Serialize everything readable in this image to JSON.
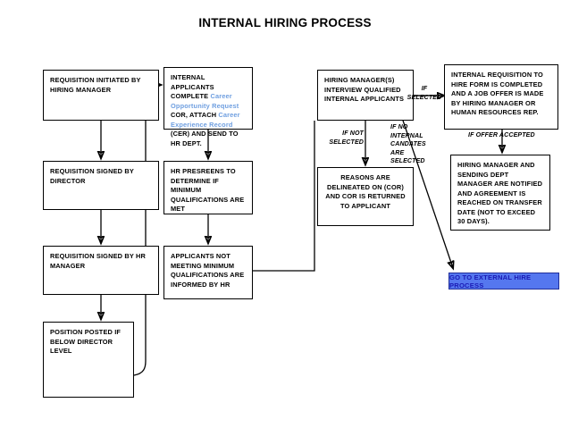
{
  "title": "INTERNAL HIRING PROCESS",
  "colors": {
    "box_border": "#000000",
    "box_fill": "#ffffff",
    "link_text": "#6f9fe0",
    "button_fill": "#5577ef",
    "button_text": "#1b1bb5",
    "button_border": "#22309a"
  },
  "boxes": {
    "requisition_initiated": "REQUISITION INITIATED BY HIRING MANAGER",
    "requisition_signed_director": "REQUISITION SIGNED BY DIRECTOR",
    "requisition_signed_hr": "REQUISITION SIGNED BY HR MANAGER",
    "position_posted": "POSITION POSTED IF BELOW DIRECTOR LEVEL",
    "internal_applicants": {
      "part1": "INTERNAL APPLICANTS COMPLETE ",
      "link1": "Career Opportunity Request",
      "part2": " COR, ATTACH ",
      "link2": "Career Experience Record",
      "part3": " (CER) AND SEND TO HR DEPT."
    },
    "hr_prescreens": "HR PRESREENS TO DETERMINE IF MINIMUM QUALIFICATIONS ARE MET",
    "applicants_not_meeting": "APPLICANTS NOT MEETING MINIMUM QUALIFICATIONS ARE INFORMED BY HR",
    "hiring_manager_interview": "HIRING MANAGER(S) INTERVIEW QUALIFIED INTERNAL APPLICANTS",
    "reasons_delineated": "REASONS ARE DELINEATED ON (COR) AND COR IS RETURNED TO APPLICANT",
    "internal_requisition_hire": "INTERNAL REQUISITION TO HIRE FORM IS COMPLETED AND A JOB OFFER IS MADE BY HIRING MANAGER OR HUMAN RESOURCES REP.",
    "hiring_manager_notified": "HIRING MANAGER AND SENDING DEPT MANAGER ARE NOTIFIED AND AGREEMENT IS REACHED ON TRANSFER DATE (NOT TO EXCEED 30 DAYS)."
  },
  "labels": {
    "if_selected": "IF\nSELECTED",
    "if_not_selected": "IF NOT\nSELECTED",
    "if_no_internal": "IF NO\nINTERNAL\nCANDATES\nARE\nSELECTED",
    "if_offer_accepted": "IF OFFER ACCEPTED"
  },
  "button": {
    "external_hire": "GO TO EXTERNAL HIRE PROCESS"
  }
}
